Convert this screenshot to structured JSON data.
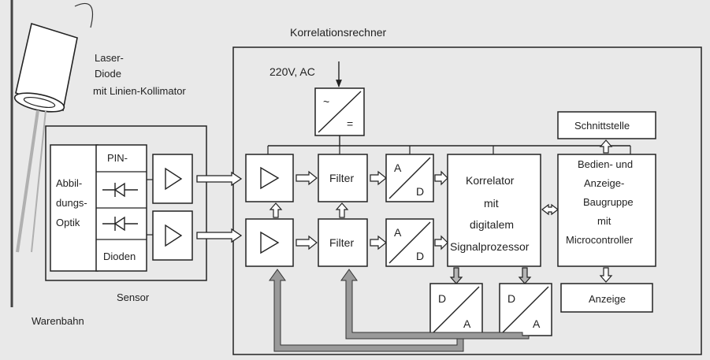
{
  "title": "Korrelationsrechner",
  "power_input": "220V, AC",
  "laser": {
    "line1": "Laser-",
    "line2": "Diode",
    "line3": "mit Linien-Kollimator"
  },
  "optics": {
    "line1": "Abbil-",
    "line2": "dungs-",
    "line3": "Optik"
  },
  "photodiode": {
    "top_label": "PIN-",
    "bottom_label": "Dioden"
  },
  "sensor_label": "Sensor",
  "web_label": "Warenbahn",
  "filter_label": "Filter",
  "adc": {
    "a": "A",
    "d": "D"
  },
  "dac": {
    "d": "D",
    "a": "A"
  },
  "converter": {
    "ac": "~",
    "dc": "="
  },
  "correlator": {
    "line1": "Korrelator",
    "line2": "mit",
    "line3": "digitalem",
    "line4": "Signalprozessor"
  },
  "control_unit": {
    "line1": "Bedien- und",
    "line2": "Anzeige-",
    "line3": "Baugruppe",
    "line4": "mit",
    "line5": "Microcontroller"
  },
  "interface_label": "Schnittstelle",
  "display_label": "Anzeige",
  "colors": {
    "background": "#e9e9e9",
    "box_fill": "#ffffff",
    "line": "#222222",
    "feedback_arrow": "#9a9a9a"
  }
}
